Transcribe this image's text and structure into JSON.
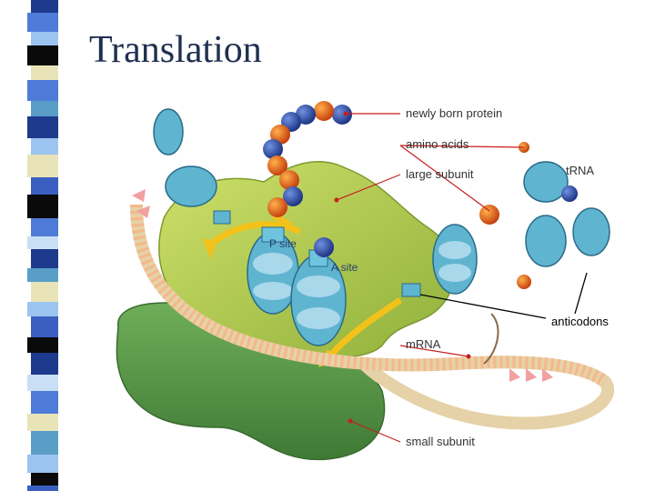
{
  "slide": {
    "title": "Translation"
  },
  "labels": {
    "newly_born_protein": "newly born protein",
    "amino_acids": "amino acids",
    "large_subunit": "large subunit",
    "trna": "tRNA",
    "p_site": "P site",
    "a_site": "A site",
    "anticodons": "anticodons",
    "mrna": "mRNA",
    "small_subunit": "small subunit"
  },
  "colors": {
    "strip_palette": [
      "#1e3a8c",
      "#4f7bd8",
      "#9cc4f0",
      "#e8e4b8",
      "#0a0a0a",
      "#5a9ec8",
      "#3a5fc0",
      "#c9dff5"
    ],
    "large_subunit": "#b7cf4a",
    "small_subunit": "#5e9a4a",
    "trna": "#5fb4d0",
    "amino_blue": "#2c4fa8",
    "amino_orange": "#e8601e",
    "pointer_red": "#c81e1e"
  }
}
